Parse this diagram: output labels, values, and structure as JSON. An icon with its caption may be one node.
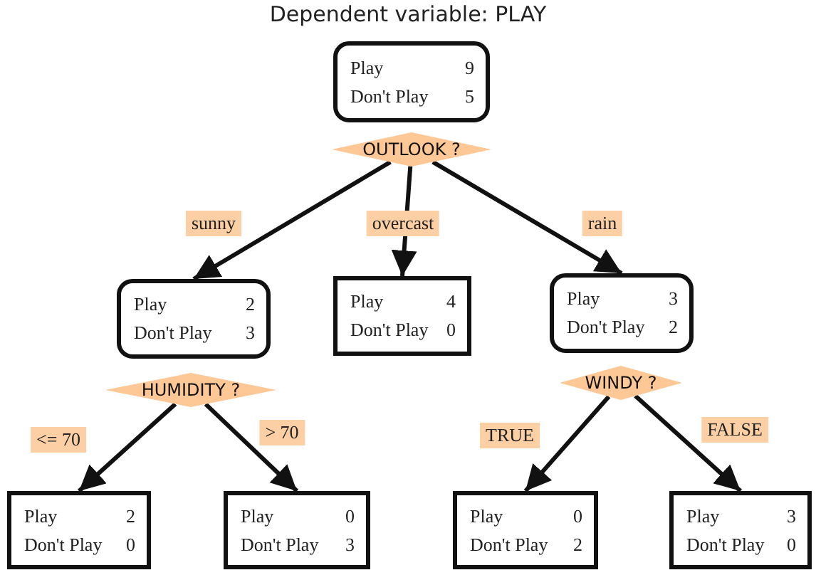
{
  "diagram": {
    "title": "Dependent variable: PLAY",
    "nodes": [
      {
        "text": [
          "Play",
          "9",
          "Don't Play",
          "5"
        ]
      },
      {
        "text": [
          "OUTLOOK ?"
        ]
      },
      {
        "text": [
          "Play",
          "2",
          "Don't Play",
          "3"
        ]
      },
      {
        "text": [
          "HUMIDITY ?"
        ]
      },
      {
        "text": [
          "Play",
          "4",
          "Don't Play",
          "0"
        ]
      },
      {
        "text": [
          "Play",
          "3",
          "Don't Play",
          "2"
        ]
      },
      {
        "text": [
          "WINDY ?"
        ]
      },
      {
        "text": [
          "Play",
          "2",
          "Don't Play",
          "0"
        ]
      },
      {
        "text": [
          "Play",
          "0",
          "Don't Play",
          "3"
        ]
      },
      {
        "text": [
          "Play",
          "0",
          "Don't Play",
          "2"
        ]
      },
      {
        "text": [
          "Play",
          "3",
          "Don't Play",
          "0"
        ]
      }
    ],
    "edges": [
      {
        "from": 1,
        "to": 2,
        "arrow": "to",
        "label": "sunny"
      },
      {
        "from": 1,
        "to": 4,
        "arrow": "to",
        "label": "overcast"
      },
      {
        "from": 1,
        "to": 5,
        "arrow": "to",
        "label": "rain"
      },
      {
        "from": 3,
        "to": 7,
        "arrow": "to",
        "label": "<= 70"
      },
      {
        "from": 3,
        "to": 8,
        "arrow": "to",
        "label": "> 70"
      },
      {
        "from": 6,
        "to": 9,
        "arrow": "to",
        "label": "TRUE"
      },
      {
        "from": 6,
        "to": 10,
        "arrow": "to",
        "label": "FALSE"
      }
    ]
  }
}
